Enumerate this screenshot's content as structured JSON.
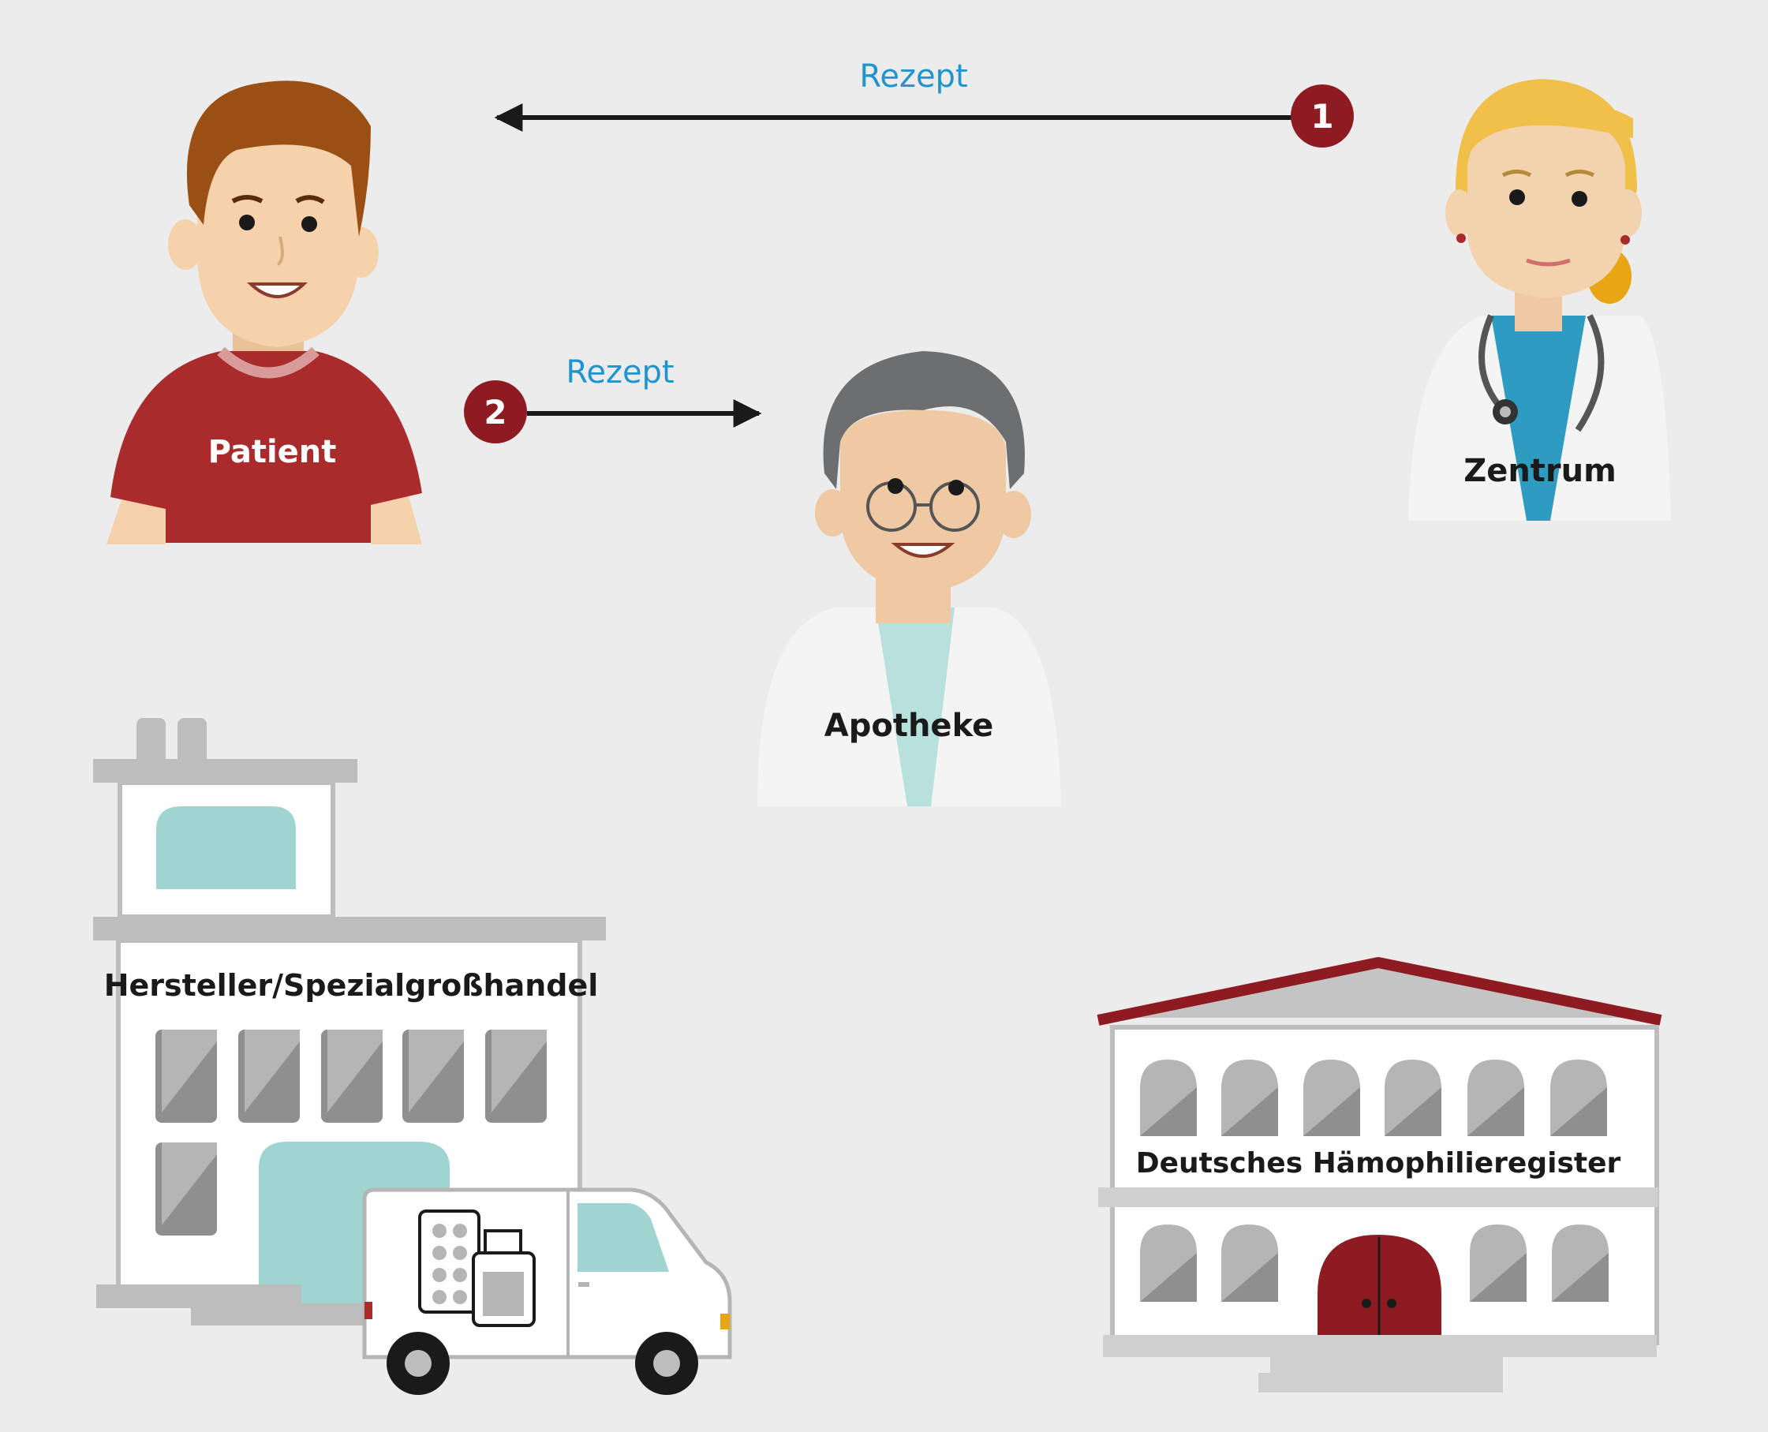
{
  "arrows": [
    {
      "step": "1",
      "label": "Rezept"
    },
    {
      "step": "2",
      "label": "Rezept"
    }
  ],
  "actors": {
    "patient": "Patient",
    "zentrum": "Zentrum",
    "apotheke": "Apotheke"
  },
  "buildings": {
    "hersteller": "Hersteller/Spezialgroßhandel",
    "register": "Deutsches Hämophilieregister"
  },
  "colors": {
    "background": "#ececec",
    "step_badge": "#8e1b22",
    "rezept_text": "#1f95cf",
    "arrow": "#1a1a1a",
    "patient_shirt": "#a92b2b",
    "building_gray": "#bdbdbd",
    "window_mint": "#9fd4d1",
    "register_roof": "#8e1b22"
  },
  "icons": [
    "patient-figure",
    "doctor-figure",
    "pharmacist-figure",
    "factory-building",
    "delivery-van-icon",
    "register-building"
  ]
}
